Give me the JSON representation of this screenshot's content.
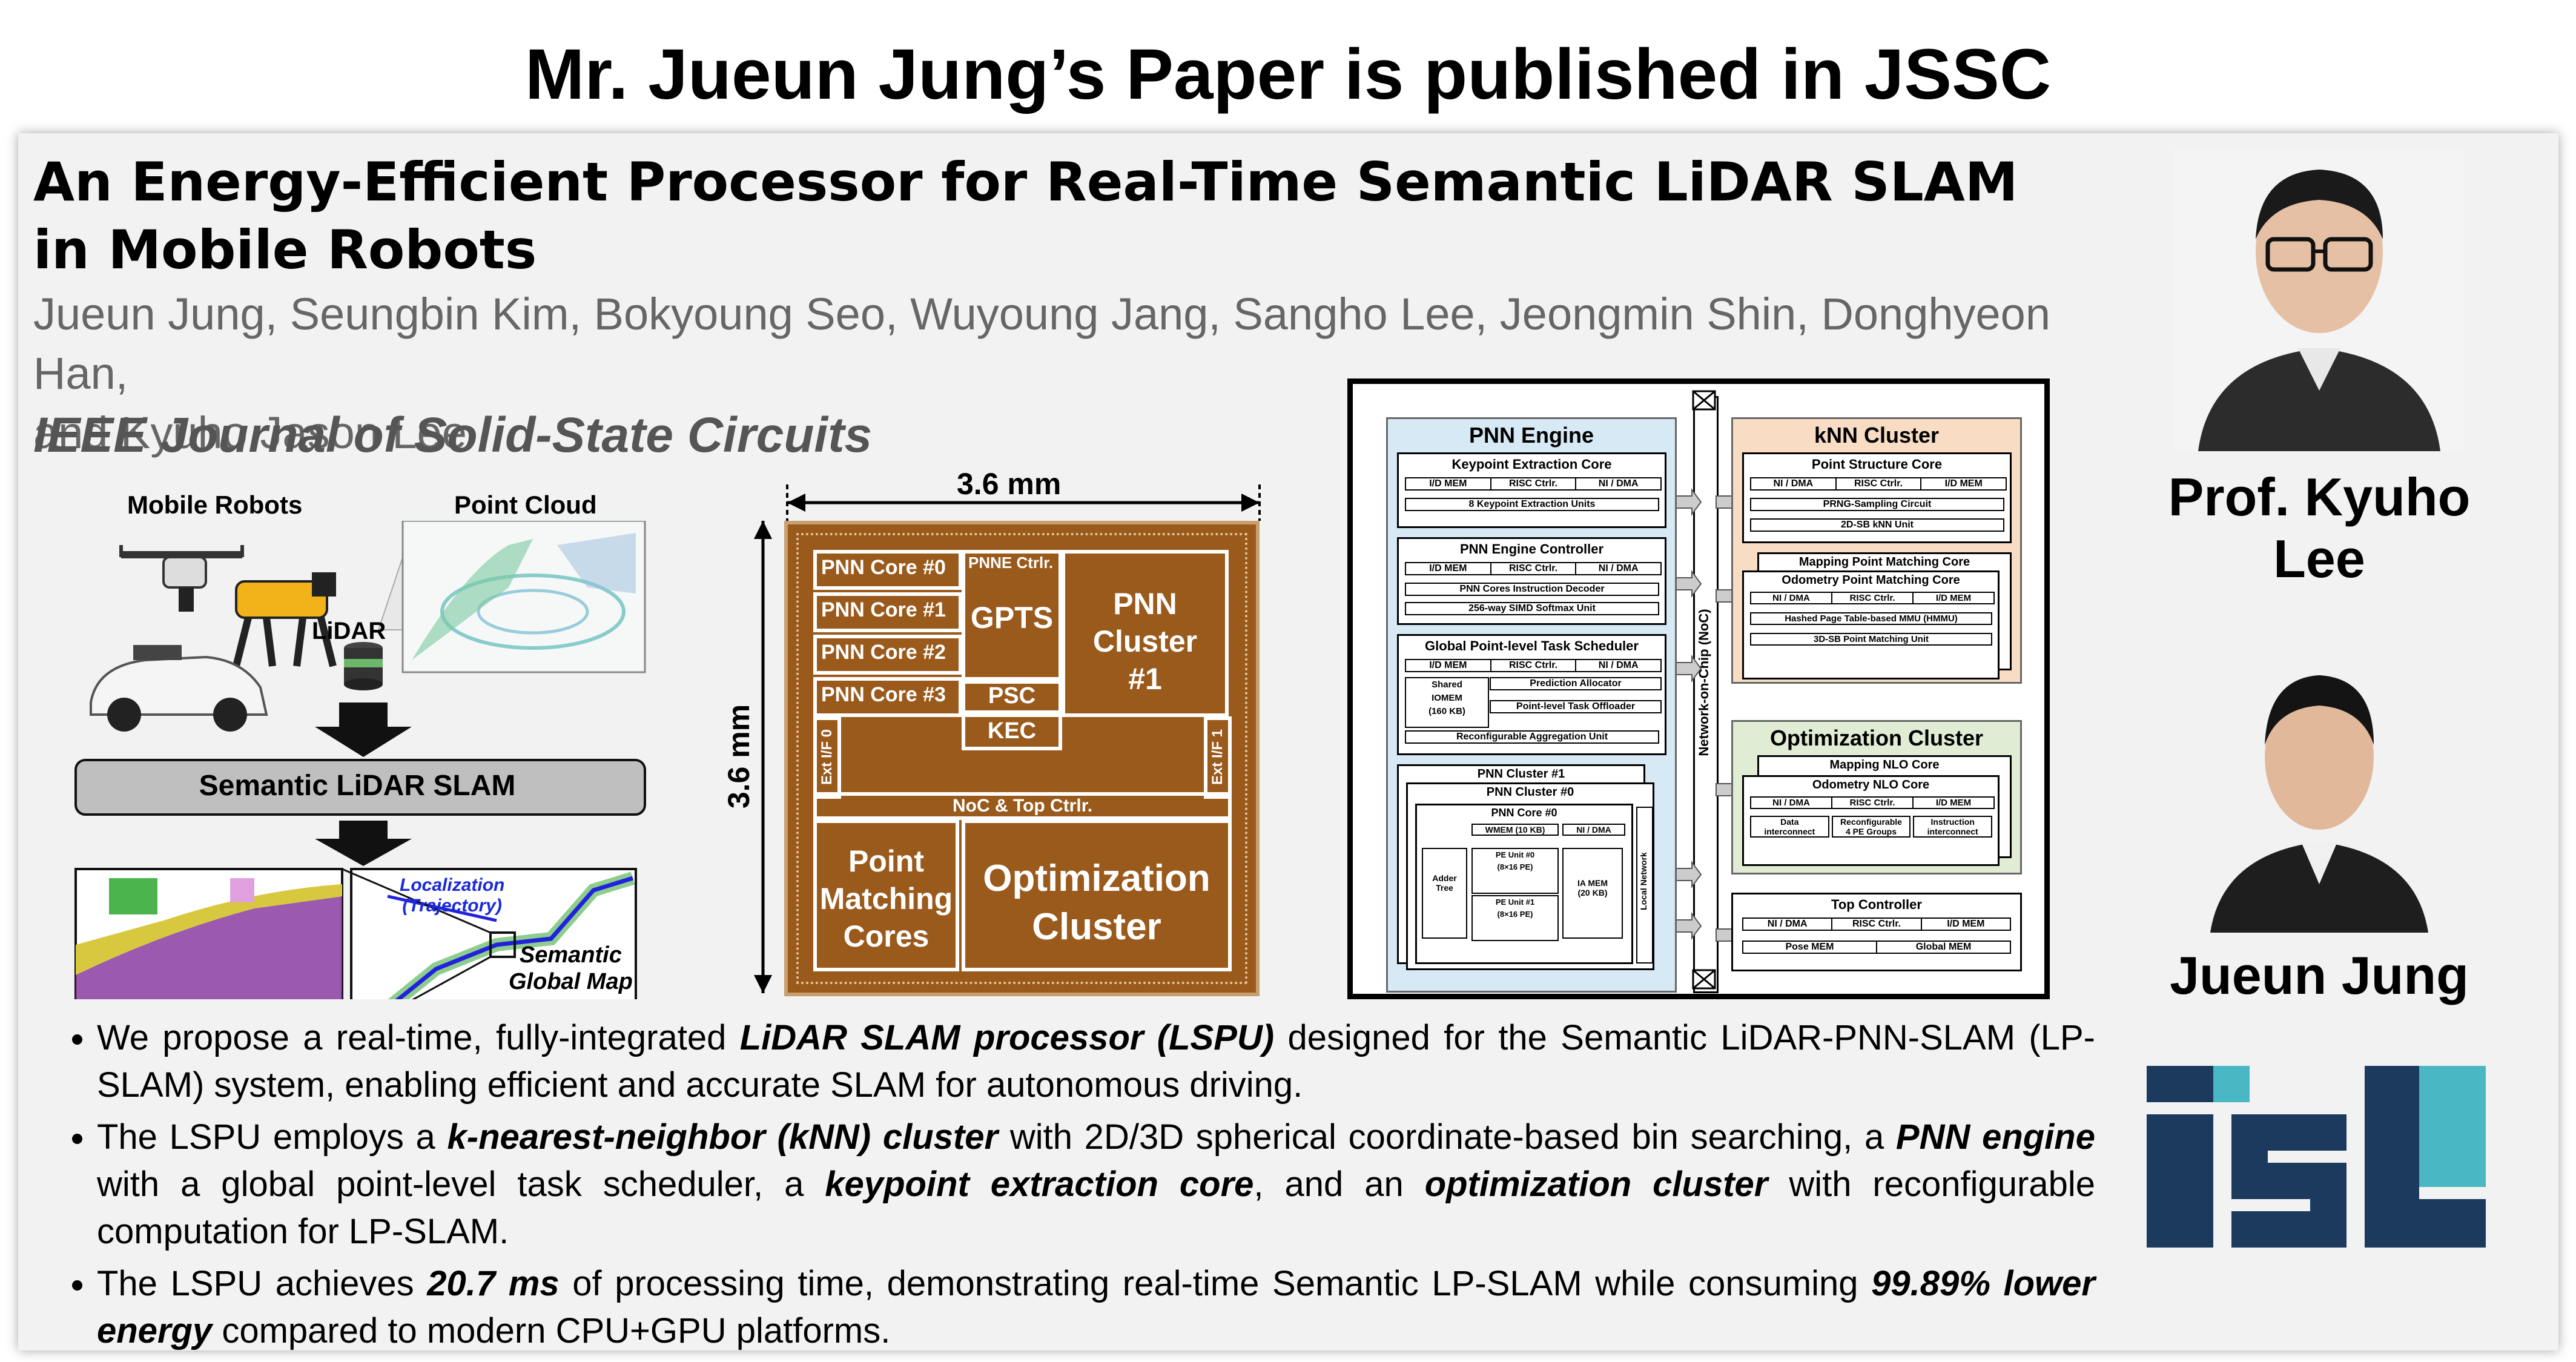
{
  "headline": "Mr. Jueun Jung’s Paper is published in JSSC",
  "paper": {
    "title_line1": "An Energy-Efficient Processor for Real-Time Semantic LiDAR SLAM",
    "title_line2": "in Mobile Robots",
    "authors_line1": "Jueun Jung, Seungbin Kim, Bokyoung Seo, Wuyoung Jang, Sangho Lee, Jeongmin Shin, Donghyeon Han,",
    "authors_line2": "and Kyuho Jason Lee",
    "journal": "IEEE Journal of Solid-State Circuits"
  },
  "system_figure": {
    "mobile_robots": "Mobile Robots",
    "point_cloud": "Point Cloud",
    "lidar": "LiDAR",
    "slam_box": "Semantic LiDAR SLAM",
    "localization": "Localization",
    "trajectory": "(Trajectory)",
    "semantic": "Semantic",
    "global_map": "Global Map"
  },
  "chip": {
    "width_label": "3.6 mm",
    "height_label": "3.6 mm",
    "pnn_core0": "PNN Core #0",
    "pnn_core1": "PNN Core #1",
    "pnn_core2": "PNN Core #2",
    "pnn_core3": "PNN Core #3",
    "pnne_ctrlr": "PNNE Ctrlr.",
    "gpts": "GPTS",
    "psc": "PSC",
    "kec": "KEC",
    "pnn_cluster_l1": "PNN",
    "pnn_cluster_l2": "Cluster",
    "pnn_cluster_l3": "#1",
    "ext_if0": "Ext I/F 0",
    "ext_if1": "Ext I/F 1",
    "noc_top": "NoC & Top Ctrlr.",
    "pmc_l1": "Point",
    "pmc_l2": "Matching",
    "pmc_l3": "Cores",
    "opt_l1": "Optimization",
    "opt_l2": "Cluster"
  },
  "arch": {
    "noc": "Network-on-Chip (NoC)",
    "pnn_engine": "PNN Engine",
    "kec_title": "Keypoint Extraction Core",
    "kec_r1": [
      "I/D MEM",
      "RISC Ctrlr.",
      "NI / DMA"
    ],
    "kec_r2": "8 Keypoint Extraction Units",
    "pec_title": "PNN Engine Controller",
    "pec_r1": [
      "I/D MEM",
      "RISC Ctrlr.",
      "NI / DMA"
    ],
    "pec_r2": "PNN Cores Instruction Decoder",
    "pec_r3": "256-way SIMD Softmax Unit",
    "gpts_title": "Global Point-level Task Scheduler",
    "gpts_r1": [
      "I/D MEM",
      "RISC Ctrlr.",
      "NI / DMA"
    ],
    "gpts_shared_l1": "Shared",
    "gpts_shared_l2": "IOMEM",
    "gpts_shared_l3": "(160 KB)",
    "gpts_pa": "Prediction Allocator",
    "gpts_plto": "Point-level Task Offloader",
    "gpts_rau": "Reconfigurable Aggregation Unit",
    "cluster1": "PNN Cluster #1",
    "cluster0": "PNN Cluster #0",
    "core0": "PNN Core #0",
    "wmem": "WMEM (10 KB)",
    "core_nidma": "NI / DMA",
    "adder_l1": "Adder",
    "adder_l2": "Tree",
    "pe0_l1": "PE Unit #0",
    "pe0_l2": "(8×16 PE)",
    "pe1_l1": "PE Unit #1",
    "pe1_l2": "(8×16 PE)",
    "iamem_l1": "IA MEM",
    "iamem_l2": "(20 KB)",
    "local_network": "Local Network",
    "knn_cluster": "kNN Cluster",
    "psc_title": "Point Structure Core",
    "psc_r1": [
      "NI / DMA",
      "RISC Ctrlr.",
      "I/D MEM"
    ],
    "psc_r2": "PRNG-Sampling Circuit",
    "psc_r3": "2D-SB kNN Unit",
    "mpmc_title": "Mapping Point Matching Core",
    "opmc_title": "Odometry Point Matching Core",
    "opmc_r1": [
      "NI / DMA",
      "RISC Ctrlr.",
      "I/D MEM"
    ],
    "opmc_r2": "Hashed Page Table-based MMU (HMMU)",
    "opmc_r3": "3D-SB Point Matching Unit",
    "opt_cluster": "Optimization Cluster",
    "mnlo_title": "Mapping NLO Core",
    "onlo_title": "Odometry NLO Core",
    "onlo_r1": [
      "NI / DMA",
      "RISC Ctrlr.",
      "I/D MEM"
    ],
    "onlo_d1": "Data",
    "onlo_d2": "interconnect",
    "onlo_r1b": "Reconfigurable",
    "onlo_r2b": "4 PE Groups",
    "onlo_i1": "Instruction",
    "onlo_i2": "interconnect",
    "top_title": "Top Controller",
    "top_r1": [
      "NI / DMA",
      "RISC Ctrlr.",
      "I/D MEM"
    ],
    "top_r2": [
      "Pose MEM",
      "Global MEM"
    ]
  },
  "people": {
    "prof_name": "Prof. Kyuho Lee",
    "student_name": "Jueun Jung"
  },
  "bullets": {
    "b1_a": "We propose a real-time, fully-integrated ",
    "b1_b": "LiDAR SLAM processor (LSPU)",
    "b1_c": " designed for the Semantic LiDAR-PNN-SLAM (LP-SLAM) system, enabling efficient and accurate SLAM for autonomous driving.",
    "b2_a": "The LSPU employs a ",
    "b2_b": "k-nearest-neighbor (kNN) cluster",
    "b2_c": " with 2D/3D spherical coordinate-based bin searching, a ",
    "b2_d": "PNN engine",
    "b2_e": " with a global point-level task scheduler, a ",
    "b2_f": "keypoint extraction core",
    "b2_g": ", and an ",
    "b2_h": "optimization cluster",
    "b2_i": " with reconfigurable computation for LP-SLAM.",
    "b3_a": "The LSPU achieves ",
    "b3_b": "20.7 ms",
    "b3_c": " of processing time, demonstrating real-time Semantic LP-SLAM while consuming ",
    "b3_d": "99.89% lower energy",
    "b3_e": " compared to modern CPU+GPU platforms."
  },
  "colors": {
    "die": "#9a5a1c",
    "pnn_bg": "#d6e9f5",
    "knn_bg": "#f8dcc4",
    "opt_bg": "#e0ecd4",
    "logo_navy": "#1b3a5e",
    "logo_teal": "#49b8c4"
  }
}
